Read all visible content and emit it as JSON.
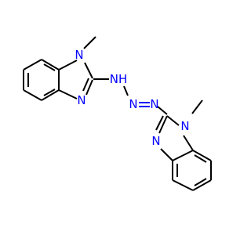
{
  "molecule": {
    "atoms": {
      "n_methyl_top": "N",
      "n_imine_top": "N",
      "nh_linker": "NH",
      "n_azo_a": "N",
      "n_azo_b": "N",
      "n_imine_bottom": "N",
      "n_methyl_bottom": "N"
    },
    "colors": {
      "carbon_bond": "#000000",
      "nitrogen": "#0000ff",
      "background": "#ffffff"
    }
  }
}
